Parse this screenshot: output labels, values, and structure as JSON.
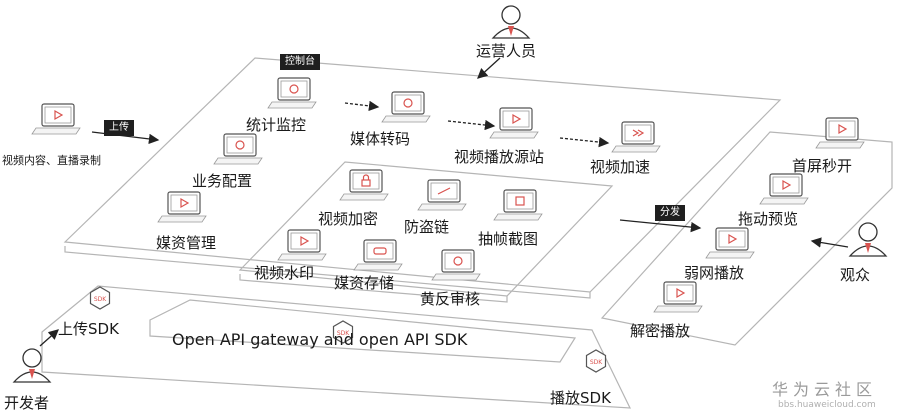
{
  "roles": {
    "operator": "运营人员",
    "audience": "观众",
    "developer": "开发者"
  },
  "tags": {
    "upload": "上传",
    "console": "控制台",
    "distribute": "分发"
  },
  "source": {
    "label": "视频内容、直播录制",
    "icon": "play-monitor-icon"
  },
  "console_features": [
    {
      "label": "统计监控",
      "icon": "chart-monitor-icon"
    },
    {
      "label": "业务配置",
      "icon": "gear-monitor-icon"
    },
    {
      "label": "媒资管理",
      "icon": "play-monitor-icon"
    }
  ],
  "pipeline": [
    {
      "label": "媒体转码",
      "icon": "transcode-monitor-icon"
    },
    {
      "label": "视频播放源站",
      "icon": "play-monitor-icon"
    },
    {
      "label": "视频加速",
      "icon": "accelerate-monitor-icon"
    }
  ],
  "media_features": [
    {
      "label": "视频加密",
      "icon": "lock-monitor-icon"
    },
    {
      "label": "防盗链",
      "icon": "link-monitor-icon"
    },
    {
      "label": "抽帧截图",
      "icon": "frame-monitor-icon"
    },
    {
      "label": "视频水印",
      "icon": "watermark-monitor-icon"
    },
    {
      "label": "媒资存储",
      "icon": "storage-monitor-icon"
    },
    {
      "label": "黄反审核",
      "icon": "review-monitor-icon"
    }
  ],
  "playback_features": [
    {
      "label": "首屏秒开",
      "icon": "play-monitor-icon"
    },
    {
      "label": "拖动预览",
      "icon": "play-monitor-icon"
    },
    {
      "label": "弱网播放",
      "icon": "play-monitor-icon"
    },
    {
      "label": "解密播放",
      "icon": "play-monitor-icon"
    }
  ],
  "sdk": {
    "upload": "上传SDK",
    "api": "Open API gateway and open API SDK",
    "play": "播放SDK",
    "badge": "SDK"
  },
  "watermark": {
    "name": "华为云社区",
    "url": "bbs.huaweicloud.com"
  },
  "colors": {
    "accent": "#d9534f",
    "tag_bg": "#1f1f1f",
    "line": "#999999"
  }
}
